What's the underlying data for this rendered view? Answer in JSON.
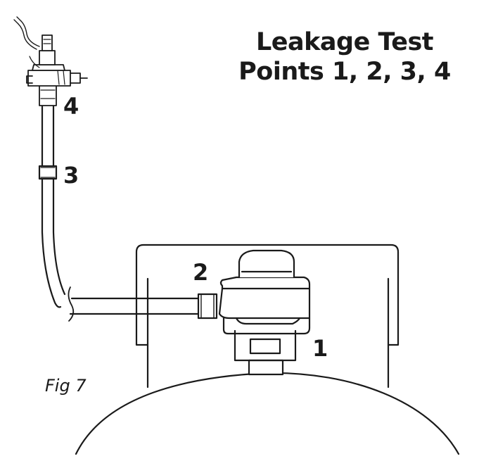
{
  "title": {
    "line1": "Leakage Test",
    "line2": "Points 1, 2, 3, 4"
  },
  "points": {
    "p1": "1",
    "p2": "2",
    "p3": "3",
    "p4": "4"
  },
  "figure_label": "Fig 7",
  "colors": {
    "stroke": "#1a1a1a",
    "background": "#ffffff"
  }
}
